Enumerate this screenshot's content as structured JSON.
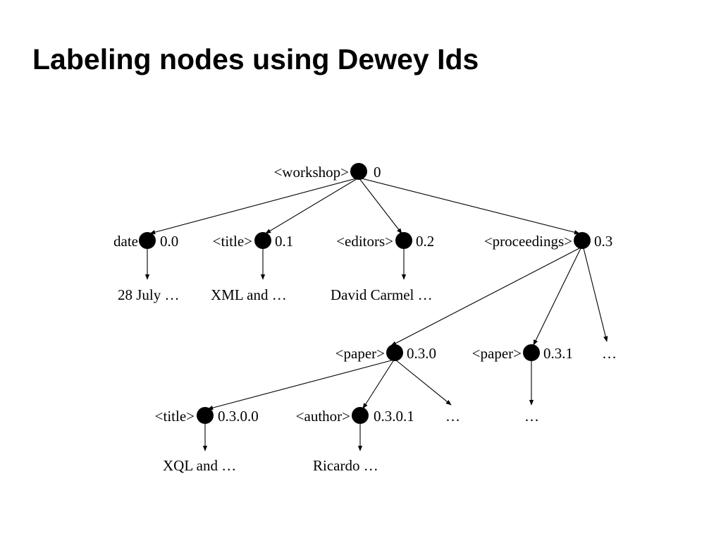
{
  "slide": {
    "title": "Labeling nodes using Dewey Ids"
  },
  "diagram": {
    "nodes": {
      "workshop": {
        "tag": "<workshop>",
        "id": "0"
      },
      "date": {
        "tag": "date",
        "id": "0.0"
      },
      "title": {
        "tag": "<title>",
        "id": "0.1"
      },
      "editors": {
        "tag": "<editors>",
        "id": "0.2"
      },
      "proceedings": {
        "tag": "<proceedings>",
        "id": "0.3"
      },
      "paper0": {
        "tag": "<paper>",
        "id": "0.3.0"
      },
      "paper1": {
        "tag": "<paper>",
        "id": "0.3.1"
      },
      "paper_title": {
        "tag": "<title>",
        "id": "0.3.0.0"
      },
      "paper_author": {
        "tag": "<author>",
        "id": "0.3.0.1"
      }
    },
    "values": {
      "date": "28 July …",
      "title": "XML and …",
      "editors": "David Carmel …",
      "paper_title": "XQL and …",
      "paper_author": "Ricardo …"
    },
    "ellipses": {
      "proceedings_more": "…",
      "paper0_more": "…",
      "paper1_more": "…"
    },
    "colors": {
      "ink": "#000000",
      "background": "#ffffff"
    }
  }
}
